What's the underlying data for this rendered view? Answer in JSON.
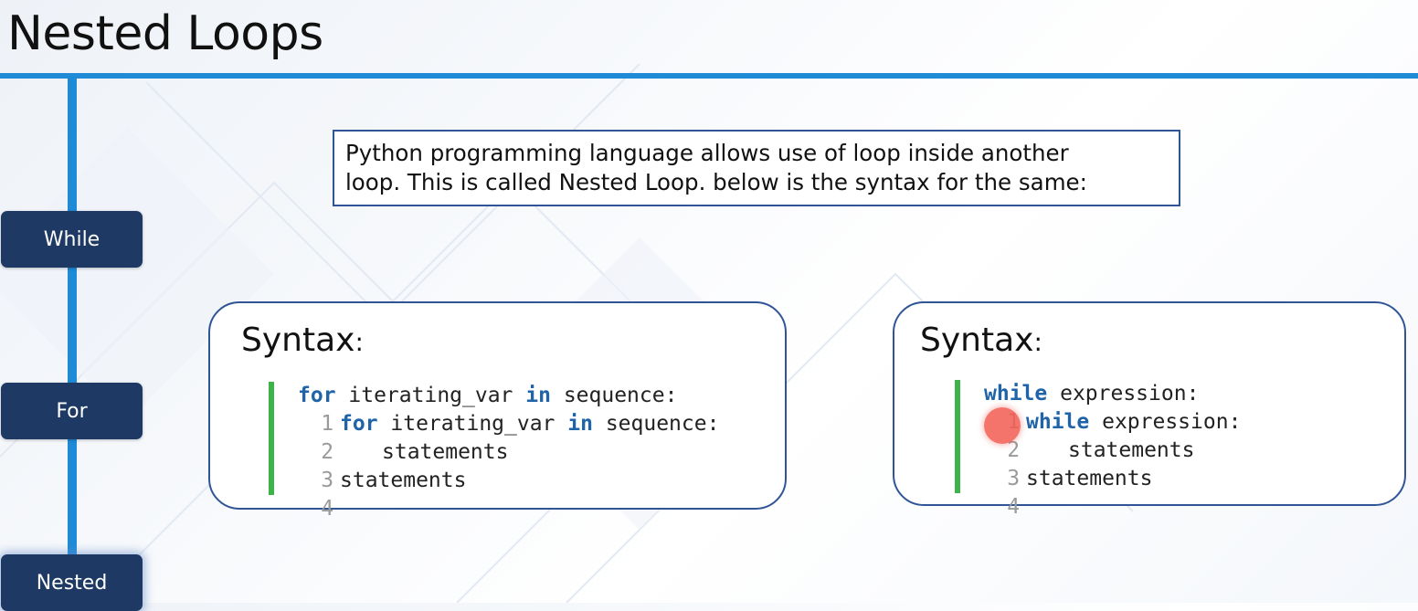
{
  "title": "Nested Loops",
  "colors": {
    "accent": "#1f8ad6",
    "nav_bg": "#1e3a64",
    "box_border": "#2f5597",
    "code_gutter": "#3db34a",
    "keyword": "#1f63a8",
    "cursor": "#f25a50"
  },
  "nav": {
    "items": [
      {
        "label": "While"
      },
      {
        "label": "For"
      },
      {
        "label": "Nested"
      }
    ],
    "active": "Nested"
  },
  "intro": {
    "line1": "Python programming language allows use of loop inside another",
    "line2": "loop. This is called Nested Loop. below is the syntax for the same:"
  },
  "syntax_for": {
    "heading": "Syntax",
    "colon": ":",
    "lines": [
      {
        "num": "1",
        "kw1": "for",
        "mid": " iterating_var ",
        "kw2": "in",
        "rest": " sequence:"
      },
      {
        "num": "2",
        "kw1": "for",
        "mid": " iterating_var ",
        "kw2": "in",
        "rest": " sequence:"
      },
      {
        "num": "3",
        "text": "statements"
      },
      {
        "num": "4",
        "text": "statements"
      }
    ]
  },
  "syntax_while": {
    "heading": "Syntax",
    "colon": ":",
    "lines": [
      {
        "num": "1",
        "kw1": "while",
        "rest": " expression:"
      },
      {
        "num": "2",
        "kw1": "while",
        "rest": " expression:"
      },
      {
        "num": "3",
        "text": "statements"
      },
      {
        "num": "4",
        "text": "statements"
      }
    ]
  }
}
